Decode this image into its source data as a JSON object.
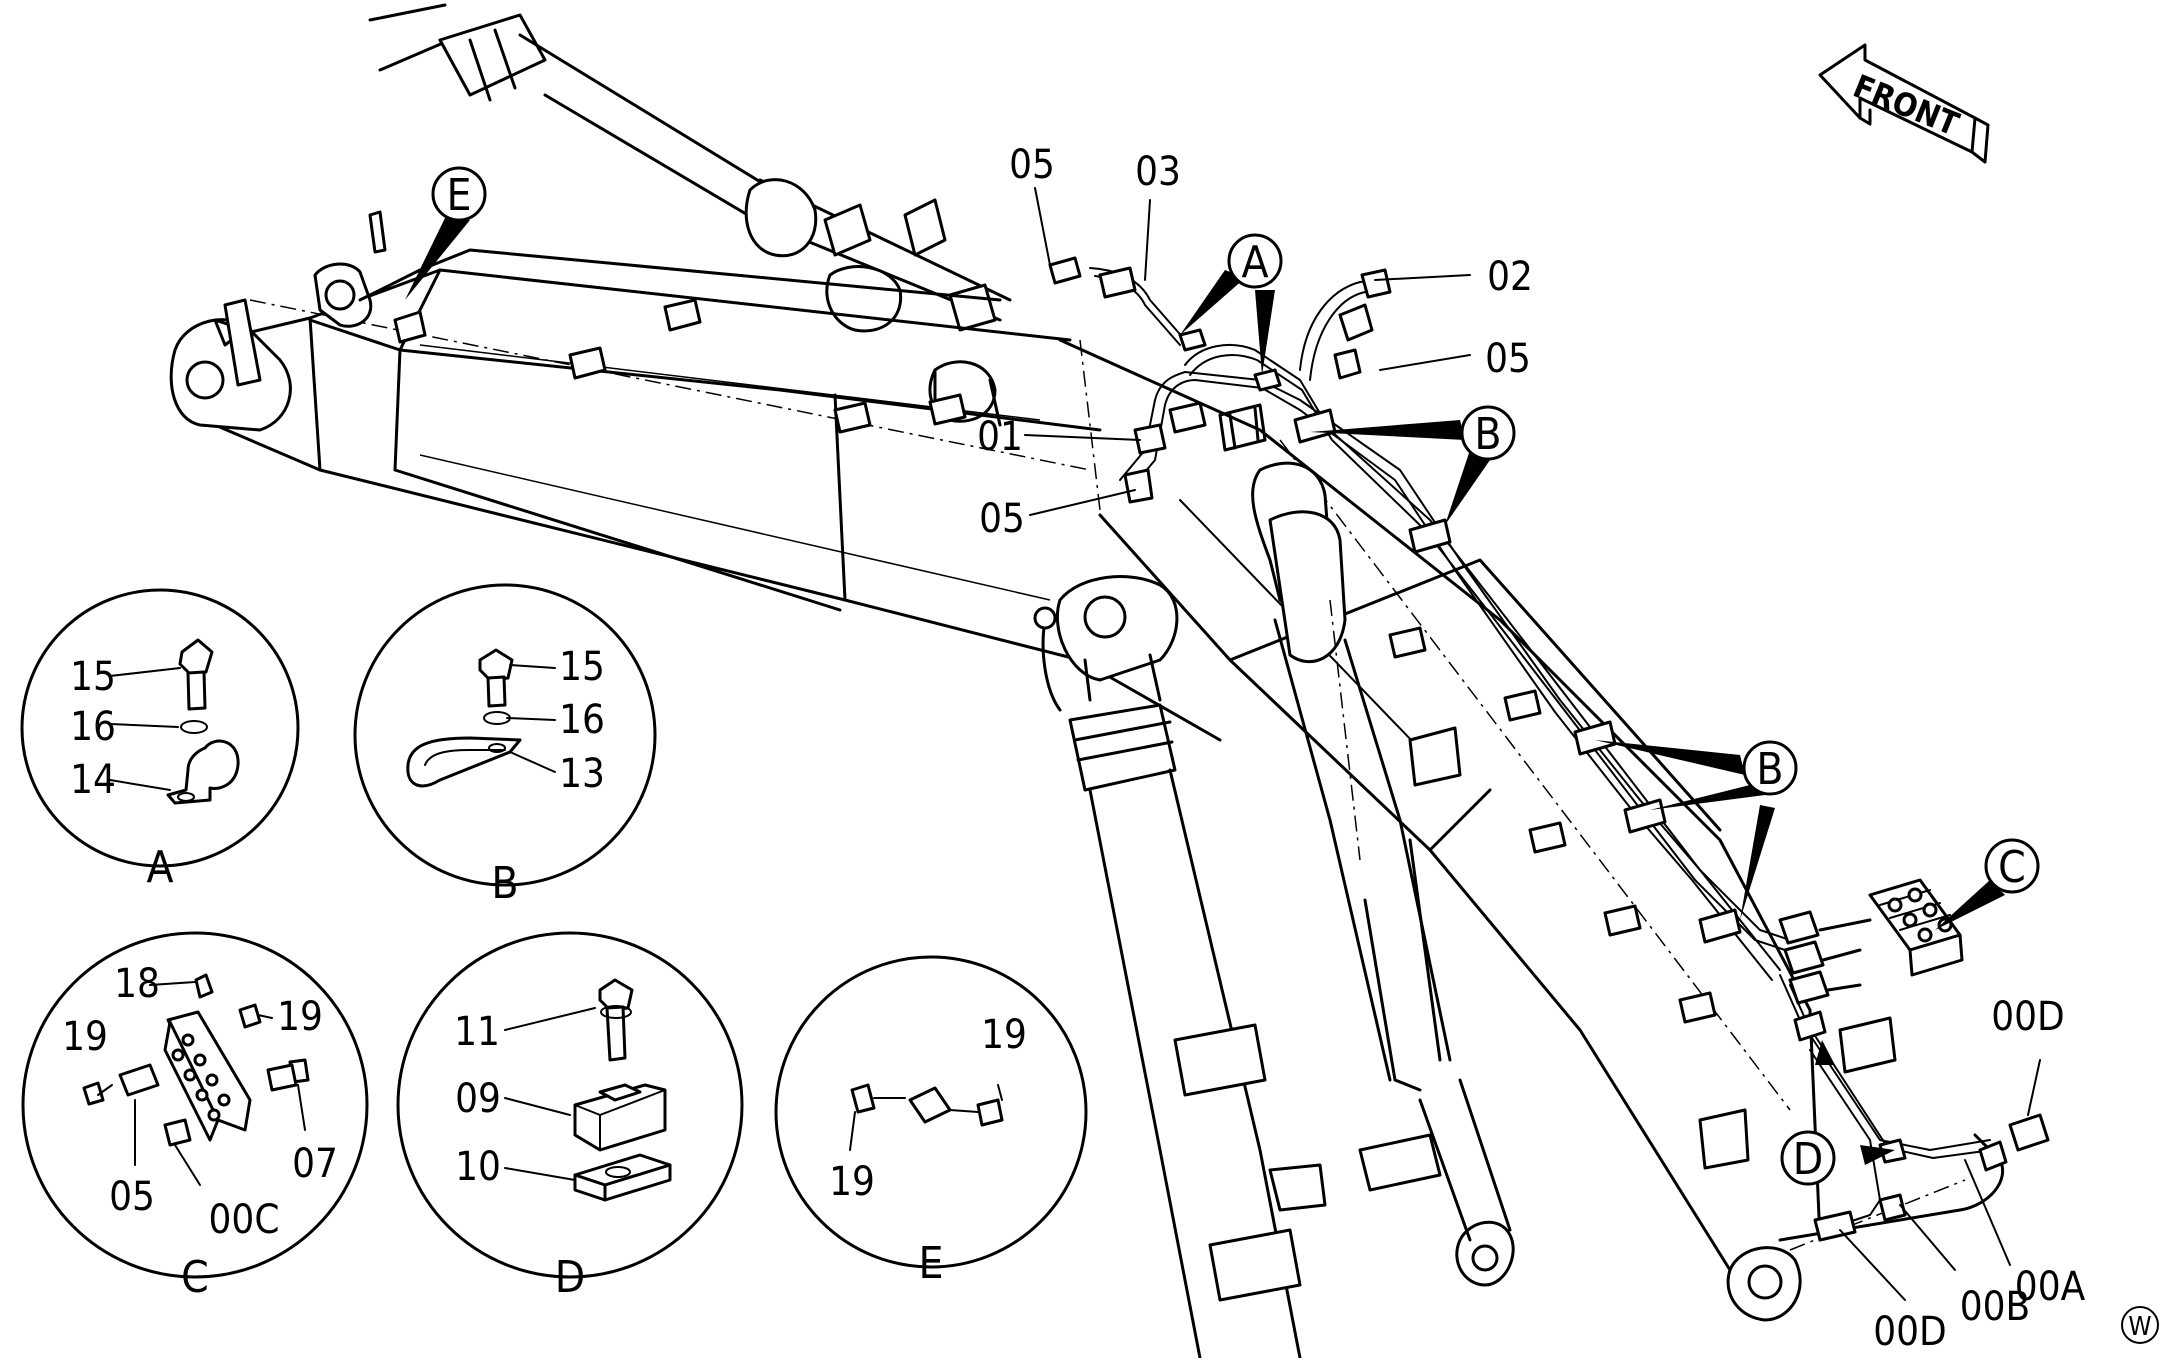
{
  "front_label": "FRONT",
  "corner_mark": "W",
  "callouts": {
    "A": "A",
    "B": "B",
    "C": "C",
    "D": "D",
    "E": "E"
  },
  "part_labels": {
    "p05_top": "05",
    "p03": "03",
    "p02": "02",
    "p05_right": "05",
    "p01": "01",
    "p05_mid": "05",
    "p00D_top": "00D",
    "p00D_bottom": "00D",
    "p00B": "00B",
    "p00A": "00A"
  },
  "detail_views": {
    "A": {
      "caption": "A",
      "labels": [
        "15",
        "16",
        "14"
      ]
    },
    "B": {
      "caption": "B",
      "labels": [
        "15",
        "16",
        "13"
      ]
    },
    "C": {
      "caption": "C",
      "labels": [
        "18",
        "19",
        "19",
        "05",
        "00C",
        "07"
      ]
    },
    "D": {
      "caption": "D",
      "labels": [
        "11",
        "09",
        "10"
      ]
    },
    "E": {
      "caption": "E",
      "labels": [
        "19",
        "19"
      ]
    }
  }
}
